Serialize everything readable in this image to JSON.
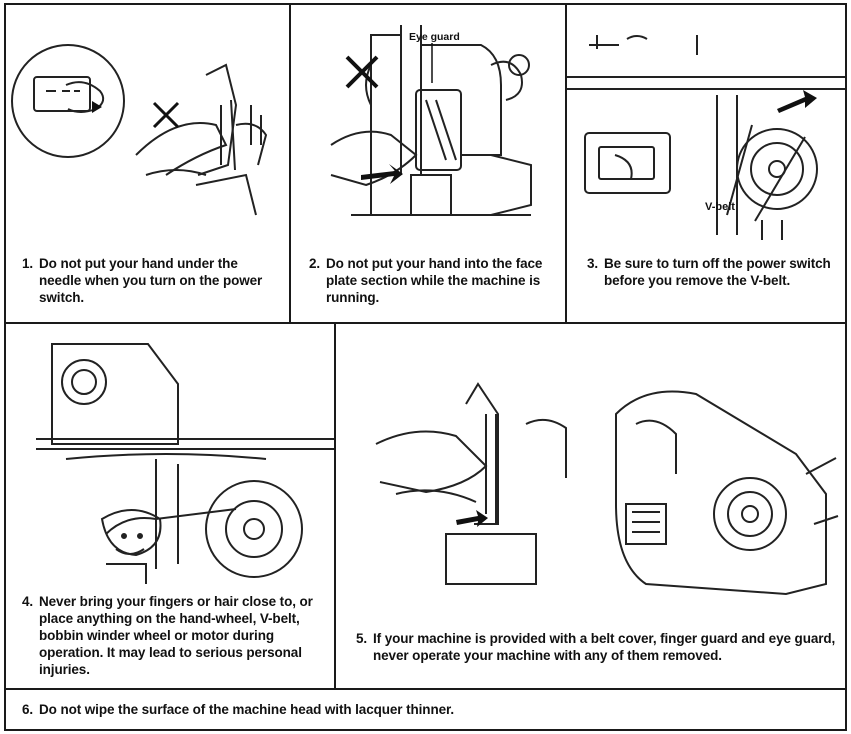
{
  "panels": [
    {
      "number": "1.",
      "text": "Do not put your hand under the needle when you turn on the power switch."
    },
    {
      "number": "2.",
      "text": "Do not put your hand into the face plate section while the machine is running.",
      "label": "Eye guard"
    },
    {
      "number": "3.",
      "text": "Be sure to turn off the power switch before you remove the V-belt.",
      "label": "V-belt"
    },
    {
      "number": "4.",
      "text": "Never bring your fingers or hair close to, or place anything on the hand-wheel, V-belt, bobbin winder wheel or motor during operation. It may lead to serious personal injuries."
    },
    {
      "number": "5.",
      "text": "If your machine is provided with a belt cover, finger guard and eye guard, never operate your machine with any of them removed."
    },
    {
      "number": "6.",
      "text": "Do not wipe the surface of the machine head with lacquer thinner."
    }
  ],
  "icons": [
    "prohibited-x-icon",
    "arrow-icon"
  ]
}
